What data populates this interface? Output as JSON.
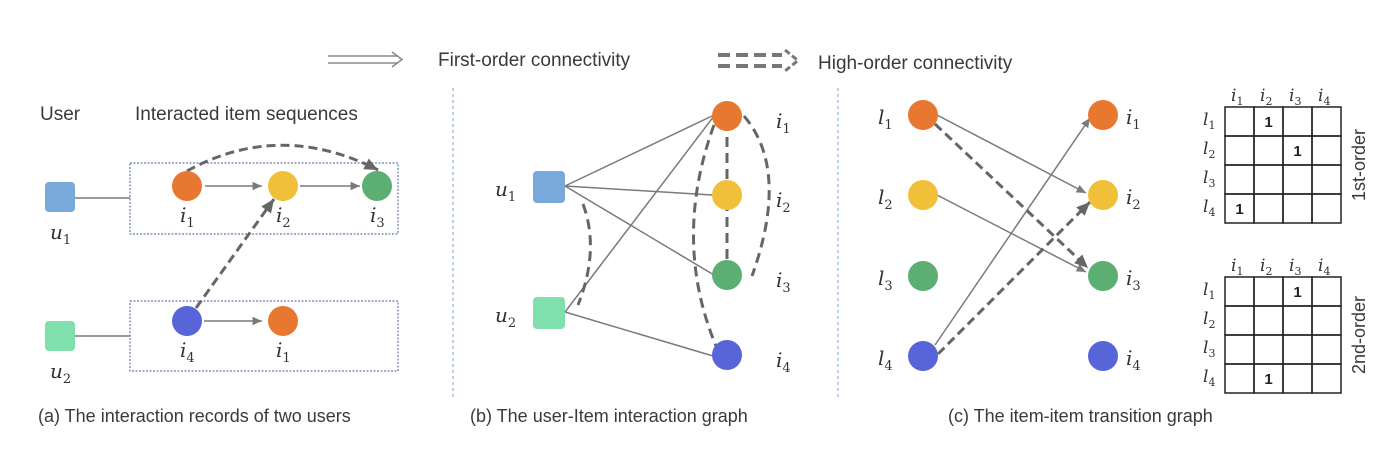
{
  "legend": {
    "first_order": "First-order connectivity",
    "high_order": "High-order connectivity"
  },
  "colors": {
    "i1": "#E8782F",
    "i2": "#F0C039",
    "i3": "#5CAE72",
    "i4": "#5865D8",
    "u1": "#78A9DA",
    "u2": "#7FE0AE",
    "edge": "#7a7a7a",
    "dashed": "#6a6a6a",
    "box": "#6a7bb0",
    "divider": "#a9c2e0"
  },
  "panel_a": {
    "header_user": "User",
    "header_items": "Interacted item sequences",
    "caption": "(a) The interaction records of two users",
    "users": [
      {
        "id": "u1",
        "base": "u",
        "sub": "1",
        "sequence": [
          "i1",
          "i2",
          "i3"
        ]
      },
      {
        "id": "u2",
        "base": "u",
        "sub": "2",
        "sequence": [
          "i4",
          "i1"
        ]
      }
    ],
    "item_labels": [
      {
        "base": "i",
        "sub": "1"
      },
      {
        "base": "i",
        "sub": "2"
      },
      {
        "base": "i",
        "sub": "3"
      },
      {
        "base": "i",
        "sub": "4"
      },
      {
        "base": "i",
        "sub": "1"
      }
    ],
    "high_order_links": [
      [
        "i1",
        "i3"
      ],
      [
        "i4",
        "i2"
      ]
    ]
  },
  "panel_b": {
    "caption": "(b) The user-Item interaction graph",
    "users": [
      {
        "base": "u",
        "sub": "1"
      },
      {
        "base": "u",
        "sub": "2"
      }
    ],
    "items": [
      {
        "base": "i",
        "sub": "1"
      },
      {
        "base": "i",
        "sub": "2"
      },
      {
        "base": "i",
        "sub": "3"
      },
      {
        "base": "i",
        "sub": "4"
      }
    ],
    "edges": [
      [
        "u1",
        "i1"
      ],
      [
        "u1",
        "i2"
      ],
      [
        "u1",
        "i3"
      ],
      [
        "u2",
        "i1"
      ],
      [
        "u2",
        "i4"
      ]
    ],
    "high_order_links": [
      [
        "u1",
        "u2"
      ],
      [
        "i1",
        "i3"
      ],
      [
        "i1",
        "i4"
      ]
    ]
  },
  "panel_c": {
    "caption": "(c) The item-item transition graph",
    "left": [
      {
        "base": "l",
        "sub": "1"
      },
      {
        "base": "l",
        "sub": "2"
      },
      {
        "base": "l",
        "sub": "3"
      },
      {
        "base": "l",
        "sub": "4"
      }
    ],
    "right": [
      {
        "base": "i",
        "sub": "1"
      },
      {
        "base": "i",
        "sub": "2"
      },
      {
        "base": "i",
        "sub": "3"
      },
      {
        "base": "i",
        "sub": "4"
      }
    ],
    "first_order_edges": [
      [
        "l1",
        "i2"
      ],
      [
        "l2",
        "i3"
      ],
      [
        "l4",
        "i1"
      ]
    ],
    "high_order_edges": [
      [
        "l1",
        "i3"
      ],
      [
        "l4",
        "i2"
      ]
    ],
    "matrices": [
      {
        "title": "1st-order",
        "rows": [
          "1",
          "2",
          "3",
          "4"
        ],
        "cols": [
          "1",
          "2",
          "3",
          "4"
        ],
        "values": [
          [
            "",
            "1",
            "",
            ""
          ],
          [
            "",
            "",
            "1",
            ""
          ],
          [
            "",
            "",
            "",
            ""
          ],
          [
            "1",
            "",
            "",
            ""
          ]
        ]
      },
      {
        "title": "2nd-order",
        "rows": [
          "1",
          "2",
          "3",
          "4"
        ],
        "cols": [
          "1",
          "2",
          "3",
          "4"
        ],
        "values": [
          [
            "",
            "",
            "1",
            ""
          ],
          [
            "",
            "",
            "",
            ""
          ],
          [
            "",
            "",
            "",
            ""
          ],
          [
            "",
            "1",
            "",
            ""
          ]
        ]
      }
    ]
  }
}
